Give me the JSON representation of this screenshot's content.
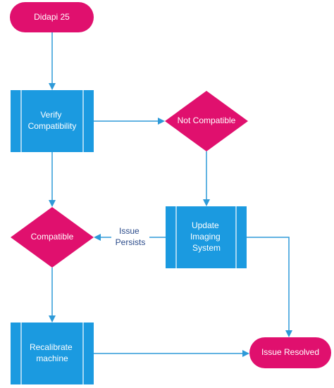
{
  "colors": {
    "terminal": "#E0106E",
    "decision": "#E0106E",
    "process": "#1B9AE0",
    "process_divider": "#ffffff",
    "connector": "#2E9AD8",
    "edge_label": "#2A4A8A"
  },
  "nodes": {
    "start": {
      "shape": "terminal",
      "line1": "Didapi 25"
    },
    "verify": {
      "shape": "process",
      "line1": "Verify",
      "line2": "Compatibility"
    },
    "not_compatible": {
      "shape": "decision",
      "line1": "Not Compatible"
    },
    "update": {
      "shape": "process",
      "line1": "Update",
      "line2": "Imaging",
      "line3": "System"
    },
    "compatible": {
      "shape": "decision",
      "line1": "Compatible"
    },
    "recalibrate": {
      "shape": "process",
      "line1": "Recalibrate",
      "line2": "machine"
    },
    "resolved": {
      "shape": "terminal",
      "line1": "Issue Resolved"
    }
  },
  "edges": {
    "update_to_compatible": {
      "line1": "Issue",
      "line2": "Persists"
    }
  }
}
